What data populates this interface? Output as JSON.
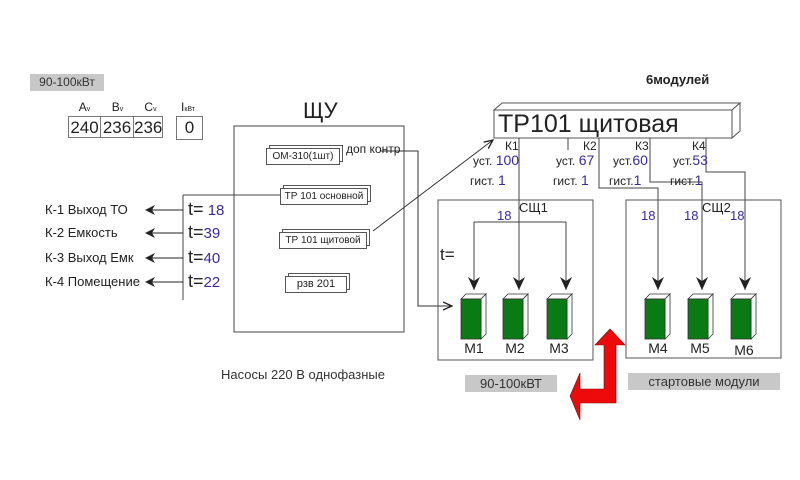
{
  "power_badge": "90-100кВт",
  "meters": {
    "headers": [
      {
        "main": "A",
        "sub": "v"
      },
      {
        "main": "B",
        "sub": "v"
      },
      {
        "main": "C",
        "sub": "v"
      },
      {
        "main": "I",
        "sub": "кВт"
      }
    ],
    "values": [
      "240",
      "236",
      "236",
      "0"
    ]
  },
  "sensors": [
    {
      "label": "К-1 Выход ТО",
      "t_label": "t=",
      "value": "18"
    },
    {
      "label": "К-2 Емкость",
      "t_label": "t=",
      "value": "39"
    },
    {
      "label": "К-3 Выход Емк",
      "t_label": "t=",
      "value": "40"
    },
    {
      "label": "К-4 Помещение",
      "t_label": "t=",
      "value": "22"
    }
  ],
  "shu": {
    "title": "ЩУ",
    "devices": [
      "ОМ-310(1шт)",
      "ТР 101 основной",
      "ТР 101 щитовой",
      "рзв 201"
    ],
    "extra_label": "доп контр"
  },
  "tr101": {
    "title": "ТР101 щитовая",
    "modules_label": "6модулей",
    "channels": [
      {
        "name": "К1",
        "set_label": "уст.",
        "set_value": "100",
        "hyst_label": "гист.",
        "hyst_value": "1"
      },
      {
        "name": "К2",
        "set_label": "уст.",
        "set_value": "67",
        "hyst_label": "гист.",
        "hyst_value": "1"
      },
      {
        "name": "К3",
        "set_label": "уст.",
        "set_value": "60",
        "hyst_label": "гист.",
        "hyst_value": "1"
      },
      {
        "name": "К4",
        "set_label": "уст.",
        "set_value": "53",
        "hyst_label": "гист.",
        "hyst_value": "1"
      }
    ]
  },
  "group1": {
    "title": "СЩ1",
    "t_label": "t=",
    "temp": "18",
    "modules": [
      "М1",
      "М2",
      "М3"
    ],
    "badge": "90-100кВТ"
  },
  "group2": {
    "title": "СЩ2",
    "temps": [
      "18",
      "18",
      "18"
    ],
    "modules": [
      "М4",
      "М5",
      "М6"
    ],
    "badge": "стартовые модули"
  },
  "pumps_label": "Насосы 220 В однофазные",
  "colors": {
    "module_green": "#0a7a14",
    "value_blue": "#3b2a9a",
    "arrow_red": "#ee0a0a",
    "badge_gray": "#c8c8c8"
  }
}
